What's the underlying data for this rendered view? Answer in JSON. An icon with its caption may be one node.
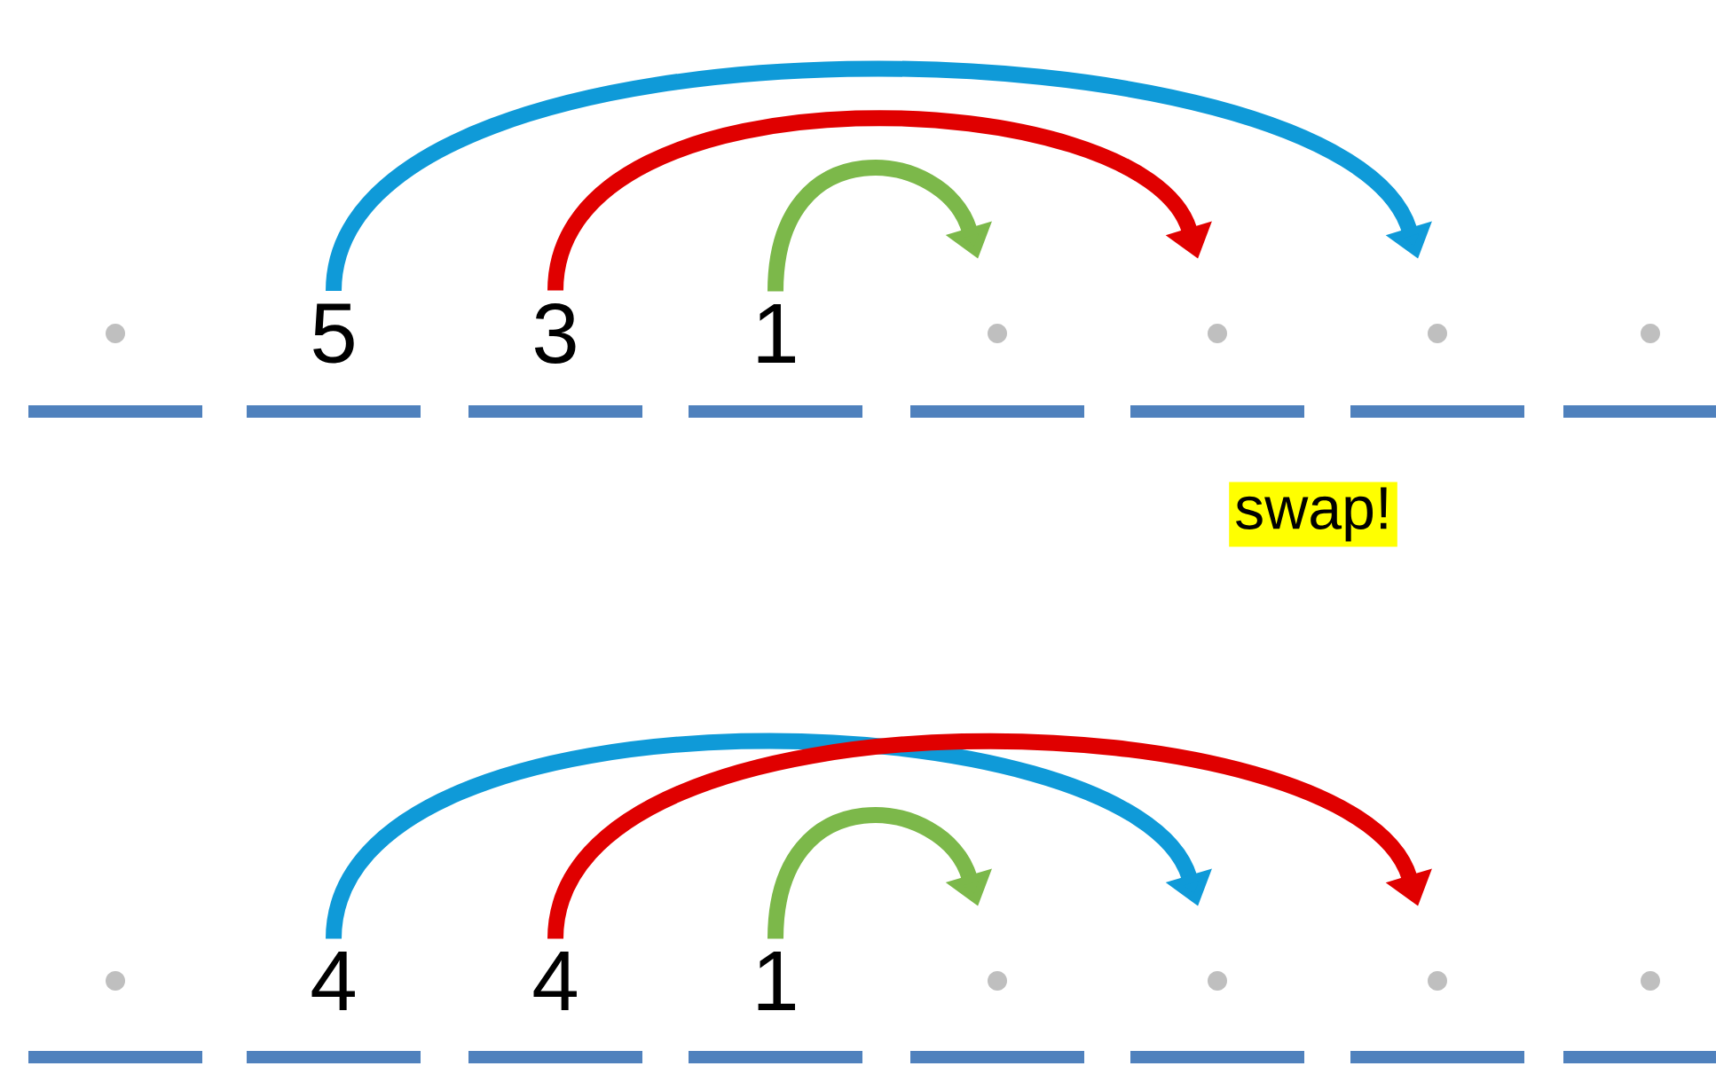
{
  "diagram": {
    "nodes": [
      {
        "text": [],
        "shape": "circle"
      },
      {
        "text": [
          "5"
        ]
      },
      {
        "text": [
          "3"
        ]
      },
      {
        "text": [
          "1"
        ]
      },
      {
        "text": [],
        "shape": "circle"
      },
      {
        "text": [],
        "shape": "circle"
      },
      {
        "text": [],
        "shape": "circle"
      },
      {
        "text": [],
        "shape": "circle"
      },
      {
        "text": [],
        "shape": "circle"
      },
      {
        "text": [
          "4"
        ]
      },
      {
        "text": [
          "4"
        ]
      },
      {
        "text": [
          "1"
        ]
      },
      {
        "text": [],
        "shape": "circle"
      },
      {
        "text": [],
        "shape": "circle"
      },
      {
        "text": [],
        "shape": "circle"
      },
      {
        "text": [],
        "shape": "circle"
      }
    ],
    "edges": [
      {
        "from": 1,
        "to": 6,
        "arrow": "to",
        "color": "#0f9ad8"
      },
      {
        "from": 2,
        "to": 5,
        "arrow": "to",
        "color": "#e00000"
      },
      {
        "from": 3,
        "to": 4,
        "arrow": "to",
        "color": "#7cb84a"
      },
      {
        "from": 9,
        "to": 13,
        "arrow": "to",
        "color": "#0f9ad8"
      },
      {
        "from": 10,
        "to": 14,
        "arrow": "to",
        "color": "#e00000"
      },
      {
        "from": 11,
        "to": 12,
        "arrow": "to",
        "color": "#7cb84a"
      }
    ],
    "labels": [
      "swap!"
    ]
  }
}
